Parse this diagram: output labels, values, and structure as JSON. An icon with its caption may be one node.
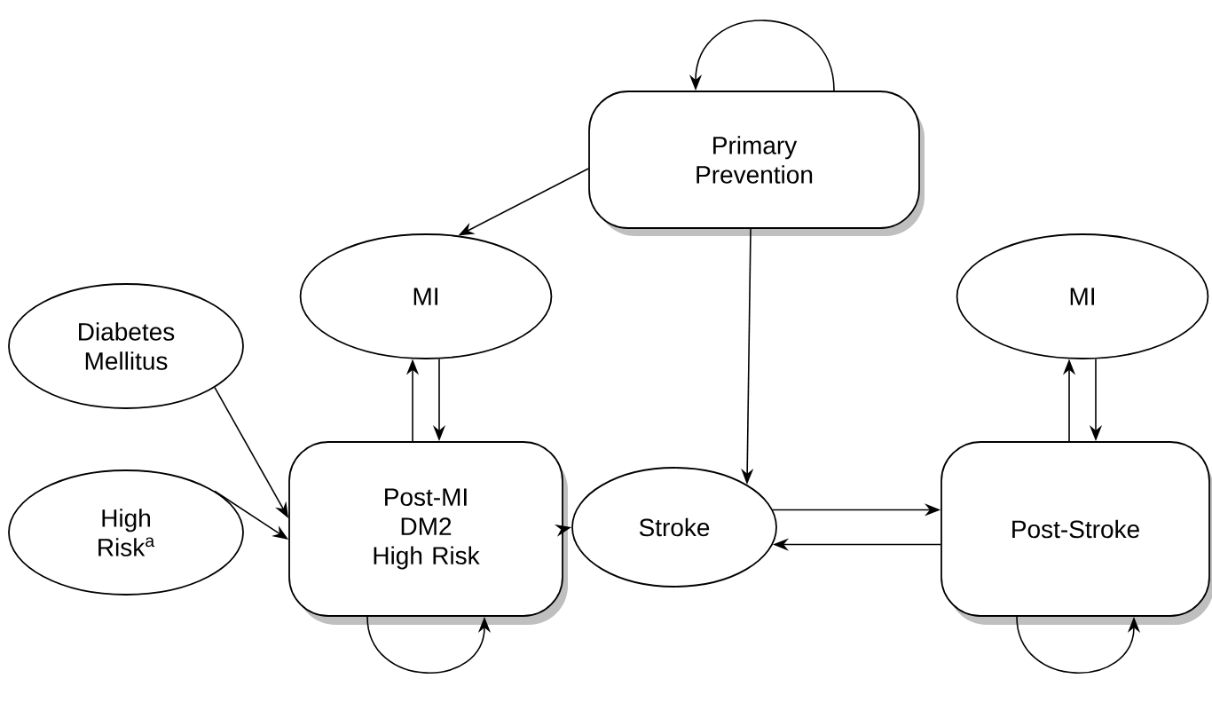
{
  "diagram": {
    "nodes": [
      {
        "text": [
          "Primary Prevention"
        ]
      },
      {
        "text": [
          "MI"
        ]
      },
      {
        "text": [
          "MI"
        ]
      },
      {
        "text": [
          "Diabetes Mellitus"
        ]
      },
      {
        "text": [
          "Post-MI DM2 High Risk"
        ]
      },
      {
        "text": [
          "Stroke"
        ]
      },
      {
        "text": [
          "Post-Stroke"
        ]
      },
      {
        "text": [
          "High Risk$^{a}$"
        ]
      }
    ],
    "edges": [
      {
        "from": 0,
        "to": 0,
        "arrow": "to"
      },
      {
        "from": 0,
        "to": 1,
        "arrow": "to"
      },
      {
        "from": 0,
        "to": 5,
        "arrow": "to"
      },
      {
        "from": 4,
        "to": 1,
        "arrow": "to"
      },
      {
        "from": 1,
        "to": 4,
        "arrow": "to"
      },
      {
        "from": 3,
        "to": 4,
        "arrow": "to"
      },
      {
        "from": 7,
        "to": 4,
        "arrow": "to"
      },
      {
        "from": 4,
        "to": 4,
        "arrow": "to"
      },
      {
        "from": 4,
        "to": 5,
        "arrow": "to"
      },
      {
        "from": 5,
        "to": 6,
        "arrow": "to"
      },
      {
        "from": 6,
        "to": 5,
        "arrow": "to"
      },
      {
        "from": 6,
        "to": 2,
        "arrow": "to"
      },
      {
        "from": 2,
        "to": 6,
        "arrow": "to"
      },
      {
        "from": 6,
        "to": 6,
        "arrow": "to"
      }
    ]
  }
}
